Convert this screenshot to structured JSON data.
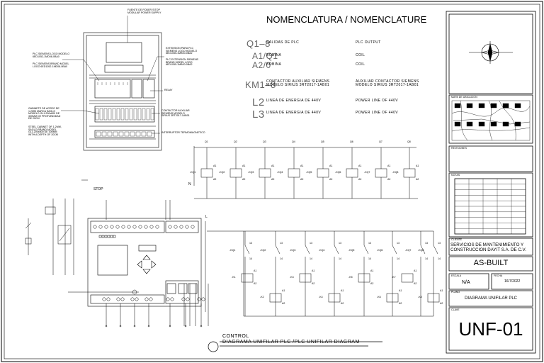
{
  "title": "NOMENCLATURA / NOMENCLATURE",
  "nomenclature": [
    {
      "code": "Q1–8",
      "es": "SALIDAS DE PLC",
      "en": "PLC OUTPUT"
    },
    {
      "code": "A1/Q1",
      "es": "BOBINA",
      "en": "COIL"
    },
    {
      "code": "A2/0",
      "es": "BOBINA",
      "en": "COIL"
    },
    {
      "code": "KM1–8",
      "es": "CONTACTOR AUXILIAR SIEMENS MODELO SIRIUS 3RT2017-1AB01",
      "en": "AUXILIAR CONTACTOR SIEMENS MODELO SIRIUS 3RT2017-1AB01"
    },
    {
      "code": "L2",
      "es": "LINEA DE ENERGIA DE 440V",
      "en": "POWER LINE OF 440V"
    },
    {
      "code": "L3",
      "es": "LINEA DE ENERGIA DE 440V",
      "en": "POWER LINE OF 440V"
    }
  ],
  "cabinet_notes": {
    "top": "FUENTE DE PODER SITOP MODULAR POWER SUPPLY",
    "plc": "PLC SIEMENS LOGO MODELO 6ED1052-1MD08-0BA0",
    "plc_en": "PLC SIEMENS BRAND MODEL LOGO 6ED1052-1MD08-0BA0",
    "extension": "EXTENSION PARA PLC SIEMENS LOGO MODELO 6ED1055-1MB00-0BA2",
    "extension_en": "PLC EXTENSION SIEMENS BRAND MODEL LOGO 6ED1055-1MB00-0BA2",
    "relay": "RELAY",
    "contactors": "CONTACTOR AUXILIAR SIEMENS MODELO SIRIUS 3RT2017-1AB01",
    "breaker": "INTERRUPTOR TERMOMAGNETICO",
    "cabinet": "GABINETE DE ACERO DE 1.2MM MARCA SAGLO MODELO GL1.200x800 DE 300MM DE PROFUNDIDAD DE 20CM",
    "cabinet_en": "STEEL CABINET OF 1.2MM, SAGLO BRAND MODEL GL1.200x800 DE 300MM WITH A DEPTH OF 20CM"
  },
  "stop_label": "STOP",
  "line_l": "L",
  "line_n": "N",
  "outputs": [
    "Q1",
    "Q2",
    "Q3",
    "Q4",
    "Q5",
    "Q6",
    "Q7",
    "Q8"
  ],
  "relays": [
    "-KQ1",
    "-KQ2",
    "-KQ3",
    "-KQ4",
    "-KQ5",
    "-KQ6",
    "-KQ7",
    "-KQ8"
  ],
  "k_upper": [
    "-K1",
    "-K3",
    "-K5",
    "-K7"
  ],
  "k_lower": [
    "-K2",
    "-K4",
    "-K6",
    "-K8"
  ],
  "coil_a1": "A1",
  "coil_a2": "A2",
  "contact_13": "13",
  "contact_14": "14",
  "footer_line1": "CONTROL",
  "footer_line2": "DIAGRAMA UNIFILAR PLC /PLC UNIFILAR DIAGRAM",
  "title_block": {
    "location_map": "MAPA DE UBICACION",
    "revisions": "REVISIONES",
    "notes": "NOTAS",
    "client_label": "CLIENTE",
    "company": "SERVICIOS DE MANTENIMIENTO Y CONSTRUCCION DAYIT S.A. DE C.V.",
    "status": "AS-BUILT",
    "scale_label": "ESCALA",
    "scale_value": "N/A",
    "date_label": "FECHA",
    "date_value": "16/7/2022",
    "plan_label": "PLANO",
    "plan_name": "DIAGRAMA UNIFILAR PLC",
    "key_label": "CLAVE",
    "code": "UNF-01"
  }
}
